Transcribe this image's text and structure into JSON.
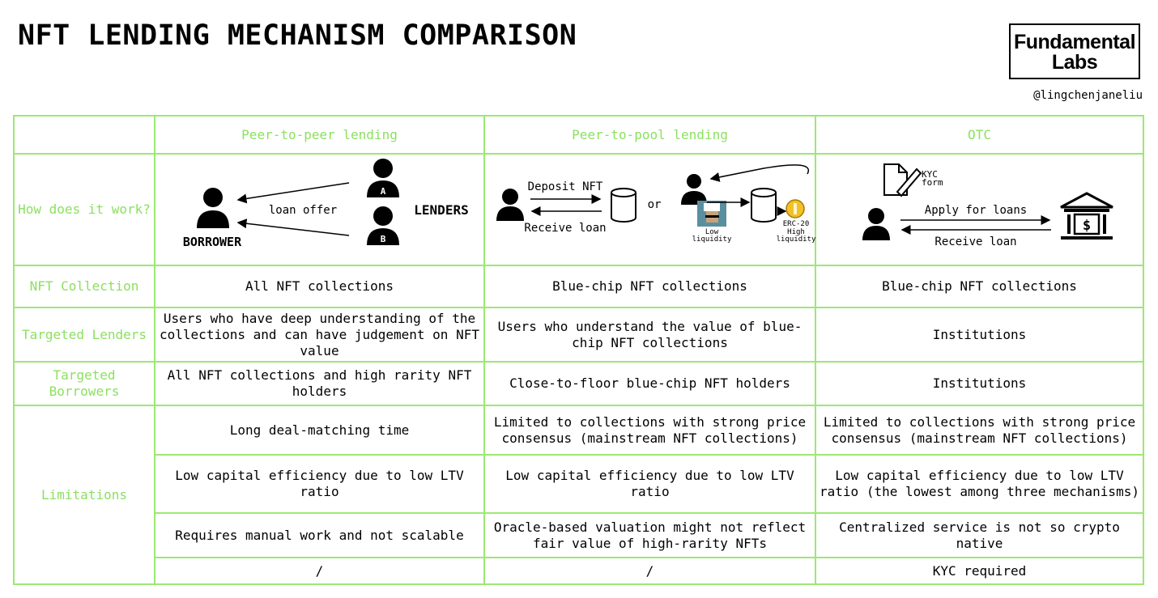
{
  "title": "NFT LENDING MECHANISM COMPARISON",
  "logo": {
    "line1": "Fundamental",
    "line2": "Labs"
  },
  "handle": "@lingchenjaneliu",
  "columns": [
    "Peer-to-peer lending",
    "Peer-to-pool lending",
    "OTC"
  ],
  "rows": {
    "how": {
      "label": "How does it work?"
    },
    "collection": {
      "label": "NFT Collection",
      "values": [
        "All NFT collections",
        "Blue-chip NFT collections",
        "Blue-chip NFT collections"
      ]
    },
    "lenders": {
      "label": "Targeted Lenders",
      "values": [
        "Users who have deep understanding of the collections and can have judgement on NFT value",
        "Users who understand the value of blue-chip NFT collections",
        "Institutions"
      ]
    },
    "borrowers": {
      "label": "Targeted Borrowers",
      "values": [
        "All NFT collections and high rarity NFT holders",
        "Close-to-floor blue-chip NFT holders",
        "Institutions"
      ]
    },
    "limitations": {
      "label": "Limitations",
      "rows": [
        [
          "Long deal-matching time",
          "Limited to collections with strong price consensus (mainstream NFT collections)",
          "Limited to collections with strong price consensus (mainstream NFT collections)"
        ],
        [
          "Low capital efficiency due to low LTV ratio",
          "Low capital efficiency due to low LTV ratio",
          "Low capital efficiency due to low LTV ratio (the lowest among three mechanisms)"
        ],
        [
          "Requires manual work and not scalable",
          "Oracle-based valuation might not reflect fair value of high-rarity NFTs",
          "Centralized service is not so crypto native"
        ],
        [
          "/",
          "/",
          "KYC required"
        ]
      ]
    }
  },
  "diagrams": {
    "p2p": {
      "borrower": "BORROWER",
      "lenders": "LENDERS",
      "offer": "loan offer",
      "lender_a": "A",
      "lender_b": "B"
    },
    "pool": {
      "deposit": "Deposit NFT",
      "receive": "Receive loan",
      "or": "or",
      "low1": "Low",
      "low2": "liquidity",
      "erc1": "ERC-20",
      "erc2": "High",
      "erc3": "liquidity"
    },
    "otc": {
      "kyc1": "KYC",
      "kyc2": "form",
      "apply": "Apply for loans",
      "receive": "Receive loan",
      "dollar": "$"
    }
  },
  "colors": {
    "accent": "#8be05f",
    "grid": "#9be874"
  }
}
